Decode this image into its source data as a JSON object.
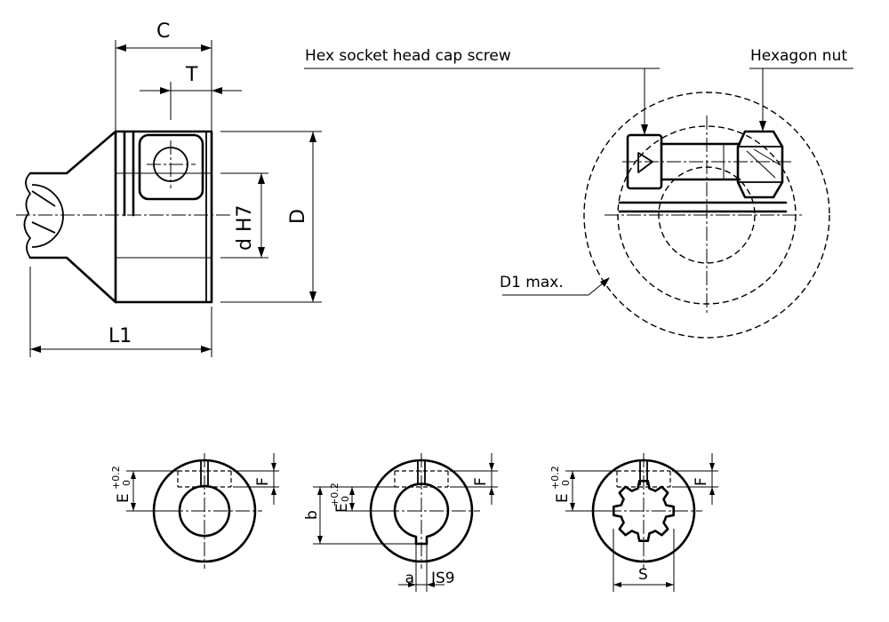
{
  "labels": {
    "C": "C",
    "T": "T",
    "dH7": "d H7",
    "D": "D",
    "L1": "L1",
    "hex_socket_screw": "Hex socket head cap screw",
    "hexagon_nut": "Hexagon nut",
    "D1_max": "D1 max.",
    "E": "E",
    "tol_plus": "+0.2",
    "tol_zero": "0",
    "F": "F",
    "b": "b",
    "a": "a",
    "JS9": "JS9",
    "S": "S"
  }
}
